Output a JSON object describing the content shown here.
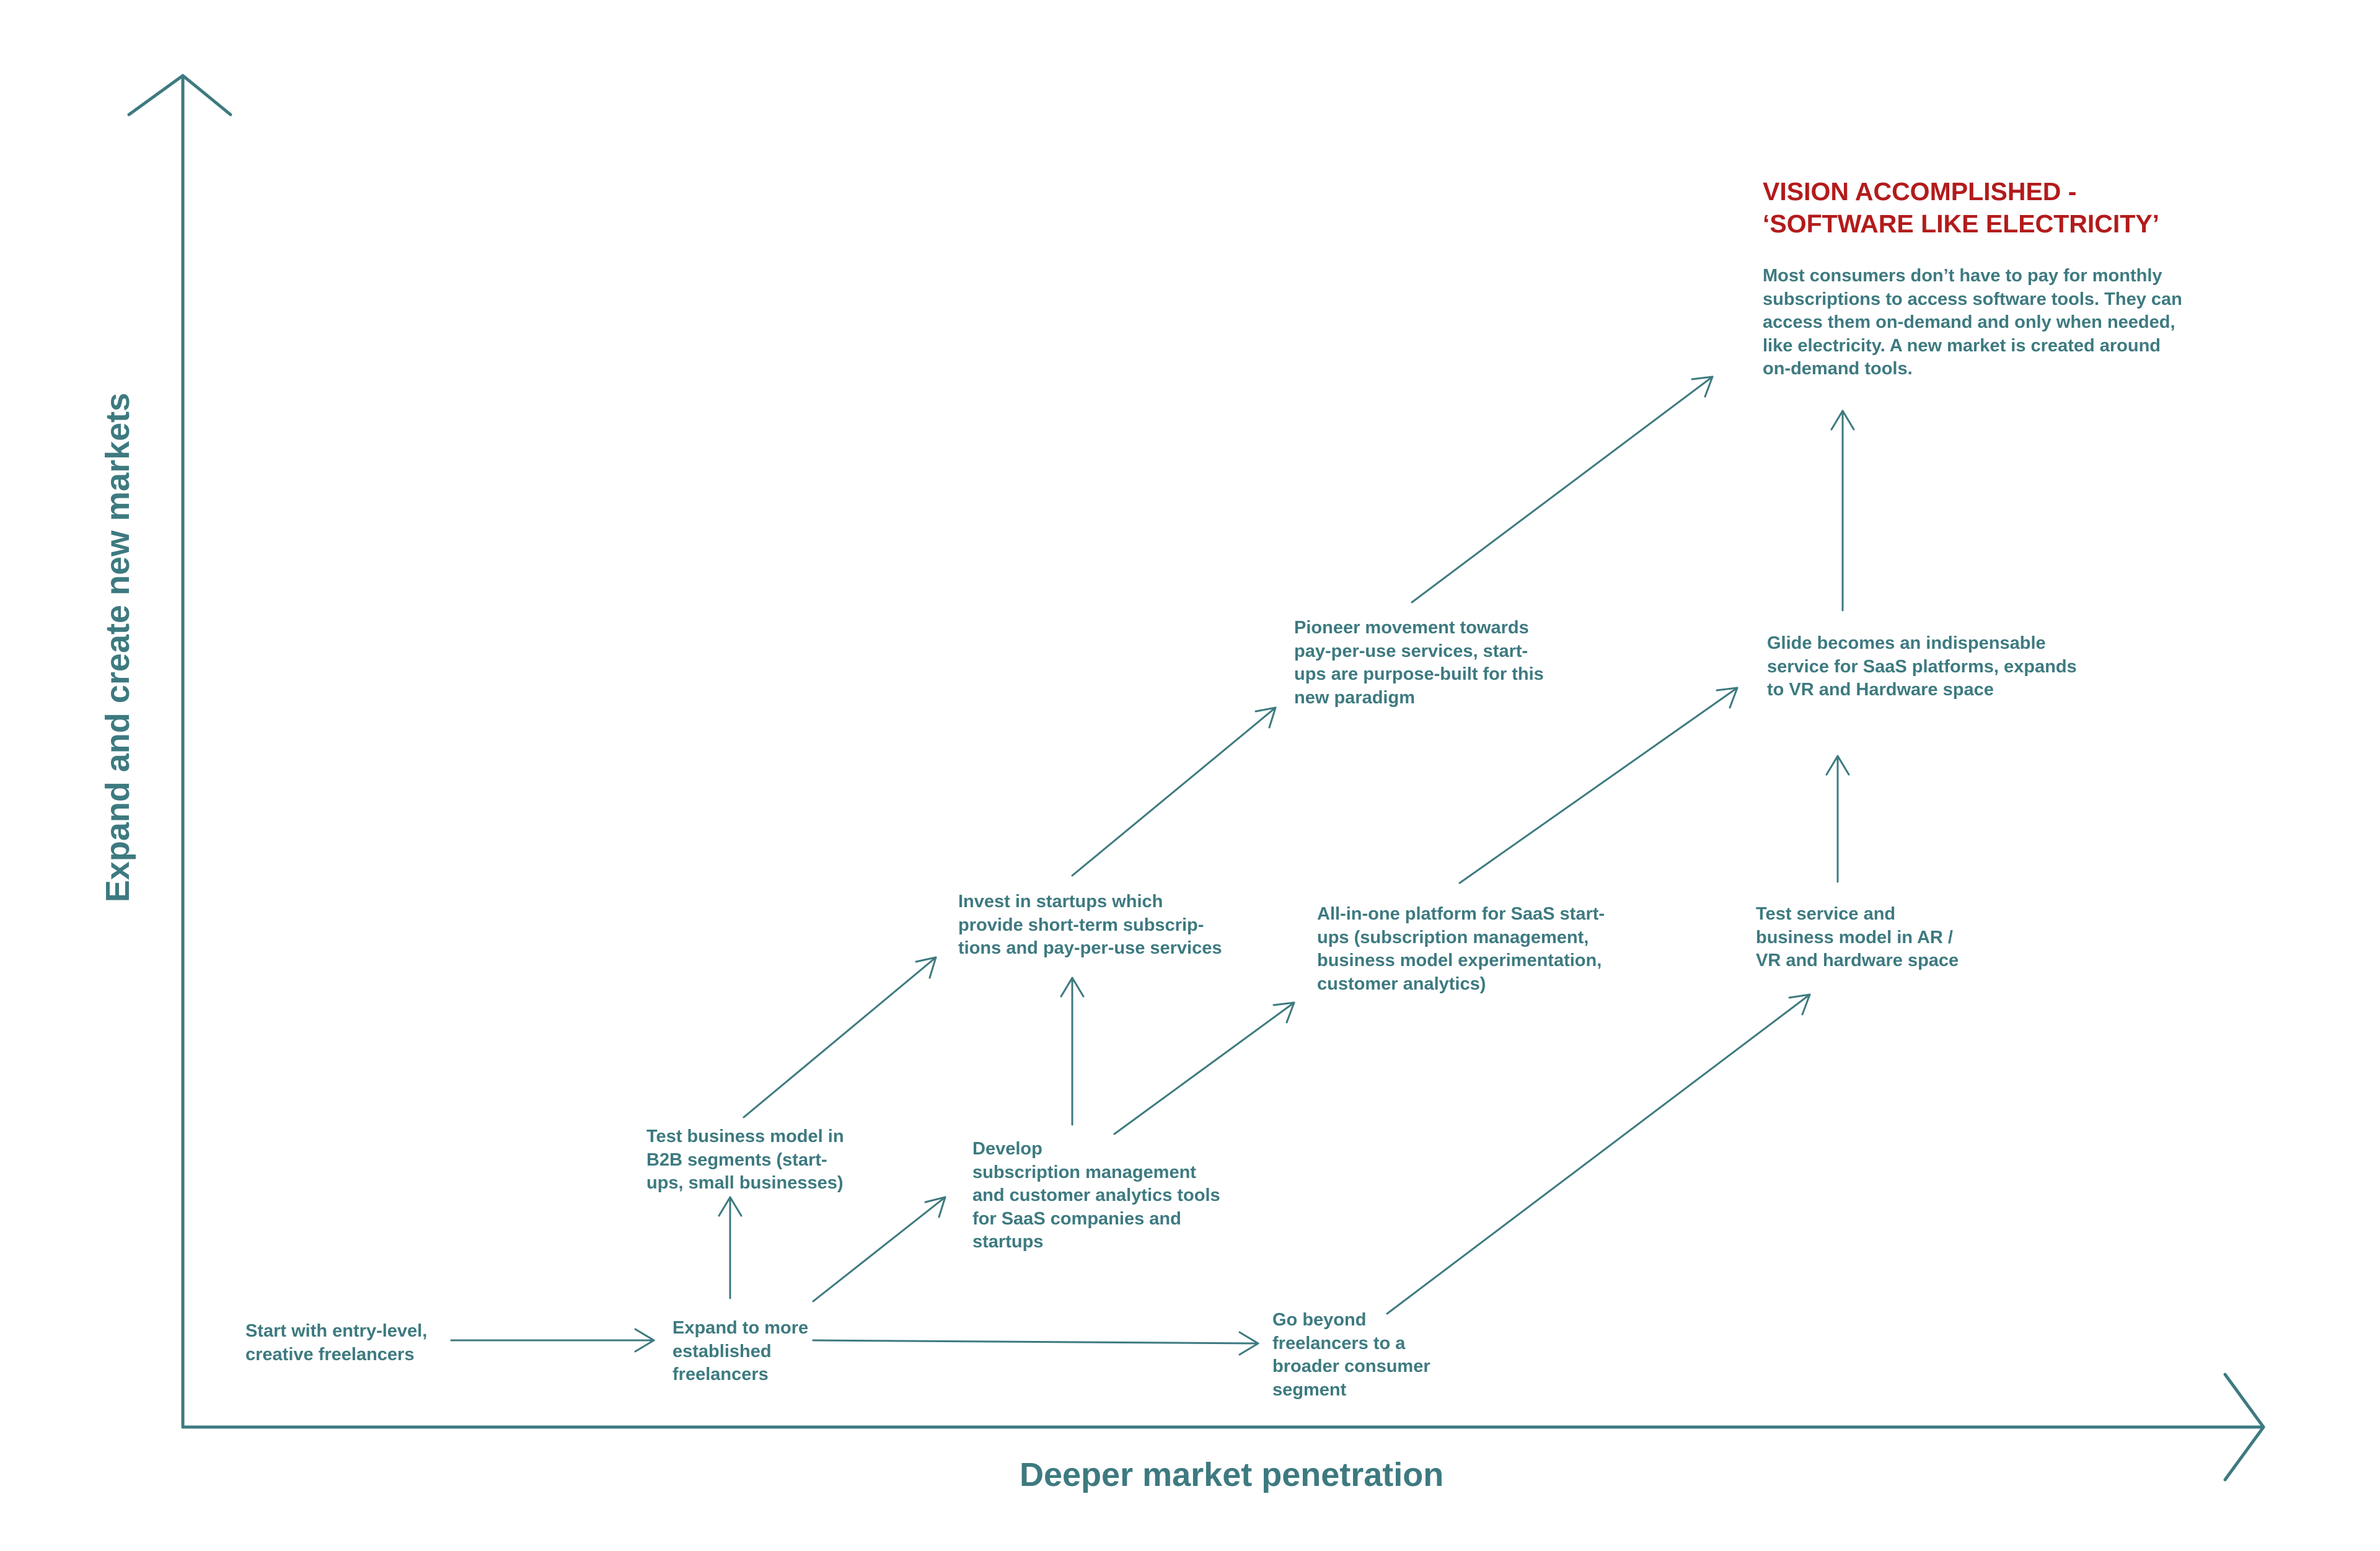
{
  "axes": {
    "x_label": "Deeper market penetration",
    "y_label": "Expand  and create new markets"
  },
  "nodes": {
    "start": "Start with entry-level,\ncreative freelancers",
    "expand_established": "Expand to more\nestablished\nfreelancers",
    "test_b2b": "Test business model in\nB2B segments (start-\nups, small businesses)",
    "develop": "Develop\nsubscription management\nand customer analytics tools\nfor SaaS companies and\nstartups",
    "go_beyond": "Go beyond\nfreelancers to a\nbroader consumer\nsegment",
    "invest": "Invest in startups which\nprovide short-term subscrip-\ntions and pay-per-use services",
    "all_in_one": "All-in-one platform for SaaS start-\nups (subscription management,\nbusiness model experimentation,\ncustomer analytics)",
    "test_ar_vr": "Test service and\nbusiness model in AR /\nVR and hardware space",
    "pioneer": "Pioneer movement towards\npay-per-use services, start-\nups are purpose-built for this\nnew paradigm",
    "glide": "Glide becomes an indispensable\nservice for SaaS platforms, expands\nto VR and Hardware space",
    "vision_title": "VISION ACCOMPLISHED -\n‘SOFTWARE LIKE ELECTRICITY’",
    "vision_body": "Most consumers don’t have to pay for monthly\nsubscriptions to access software tools. They can\naccess them on-demand and only when needed,\nlike electricity. A new market is created around\non-demand tools."
  },
  "colors": {
    "primary": "#3d7a80",
    "accent": "#b31b1b",
    "background": "#ffffff"
  }
}
